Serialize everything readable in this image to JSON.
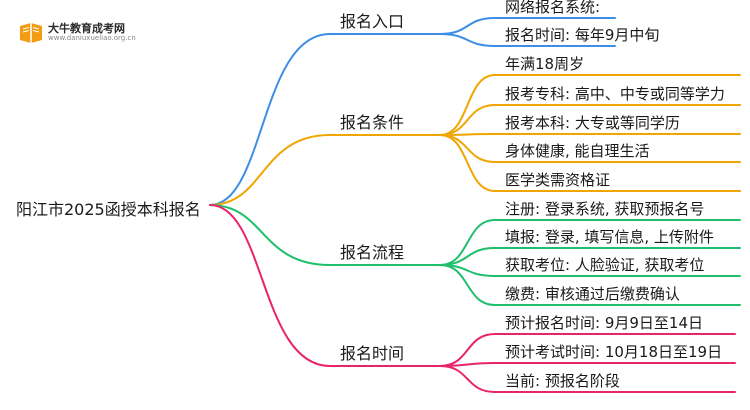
{
  "logo": {
    "title": "大牛教育成考网",
    "url": "www.daniuxueliao.org.cn"
  },
  "root": "阳江市2025函授本科报名",
  "branches": [
    {
      "label": "报名入口",
      "color": "#3d8fe6",
      "children": [
        "网络报名系统:",
        "报名时间: 每年9月中旬"
      ]
    },
    {
      "label": "报名条件",
      "color": "#f0a500",
      "children": [
        "年满18周岁",
        "报考专科: 高中、中专或同等学力",
        "报考本科: 大专或等同学历",
        "身体健康, 能自理生活",
        "医学类需资格证"
      ]
    },
    {
      "label": "报名流程",
      "color": "#1fbf6b",
      "children": [
        "注册: 登录系统, 获取预报名号",
        "填报: 登录, 填写信息, 上传附件",
        "获取考位: 人脸验证, 获取考位",
        "缴费: 审核通过后缴费确认"
      ]
    },
    {
      "label": "报名时间",
      "color": "#e8256a",
      "children": [
        "预计报名时间: 9月9日至14日",
        "预计考试时间: 10月18日至19日",
        "当前: 预报名阶段"
      ]
    }
  ]
}
